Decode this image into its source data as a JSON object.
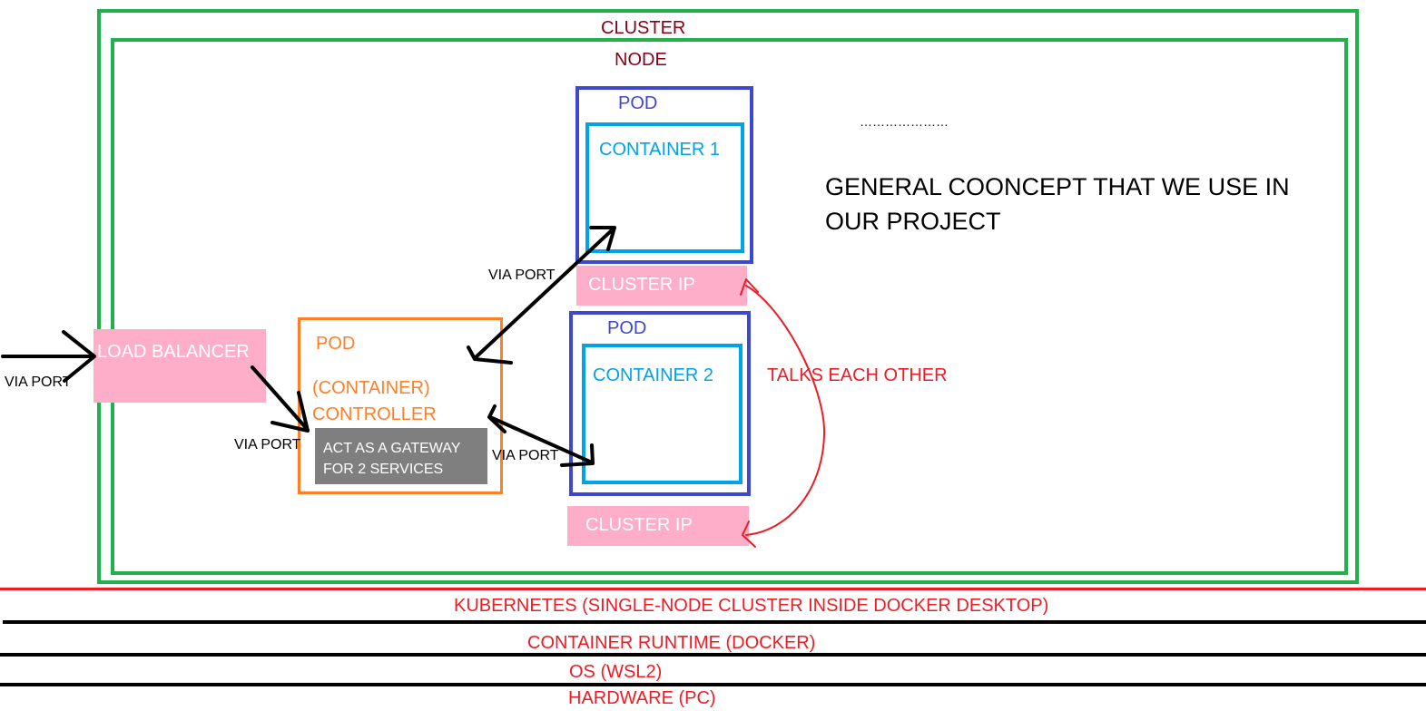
{
  "cluster": {
    "label": "CLUSTER"
  },
  "node": {
    "label": "NODE"
  },
  "pod1": {
    "label": "POD",
    "container": "CONTAINER 1",
    "service": "CLUSTER IP"
  },
  "pod2": {
    "label": "POD",
    "container": "CONTAINER 2",
    "service": "CLUSTER IP"
  },
  "load_balancer": {
    "label": "LOAD BALANCER"
  },
  "controller_pod": {
    "label": "POD",
    "container_label": "(CONTAINER)",
    "controller_label": "CONTROLLER",
    "gateway_line1": "ACT AS A GATEWAY",
    "gateway_line2": "FOR 2 SERVICES"
  },
  "via_port": "VIA PORT",
  "dots": "…………………",
  "concept": {
    "line1": "GENERAL COONCEPT THAT WE USE IN",
    "line2": "OUR PROJECT"
  },
  "talks": "TALKS EACH OTHER",
  "layers": {
    "kubernetes": "KUBERNETES (SINGLE-NODE CLUSTER INSIDE DOCKER DESKTOP)",
    "runtime": "CONTAINER RUNTIME (DOCKER)",
    "os": "OS (WSL2)",
    "hardware": "HARDWARE (PC)"
  },
  "colors": {
    "cluster_border": "#22b14c",
    "label_dark_red": "#880015",
    "pod_border": "#3f48cc",
    "container_border": "#00a2e8",
    "service_fill": "#ffaec9",
    "controller_border": "#ff7f27",
    "gateway_fill": "#7f7f7f",
    "red": "#ed1c24"
  }
}
